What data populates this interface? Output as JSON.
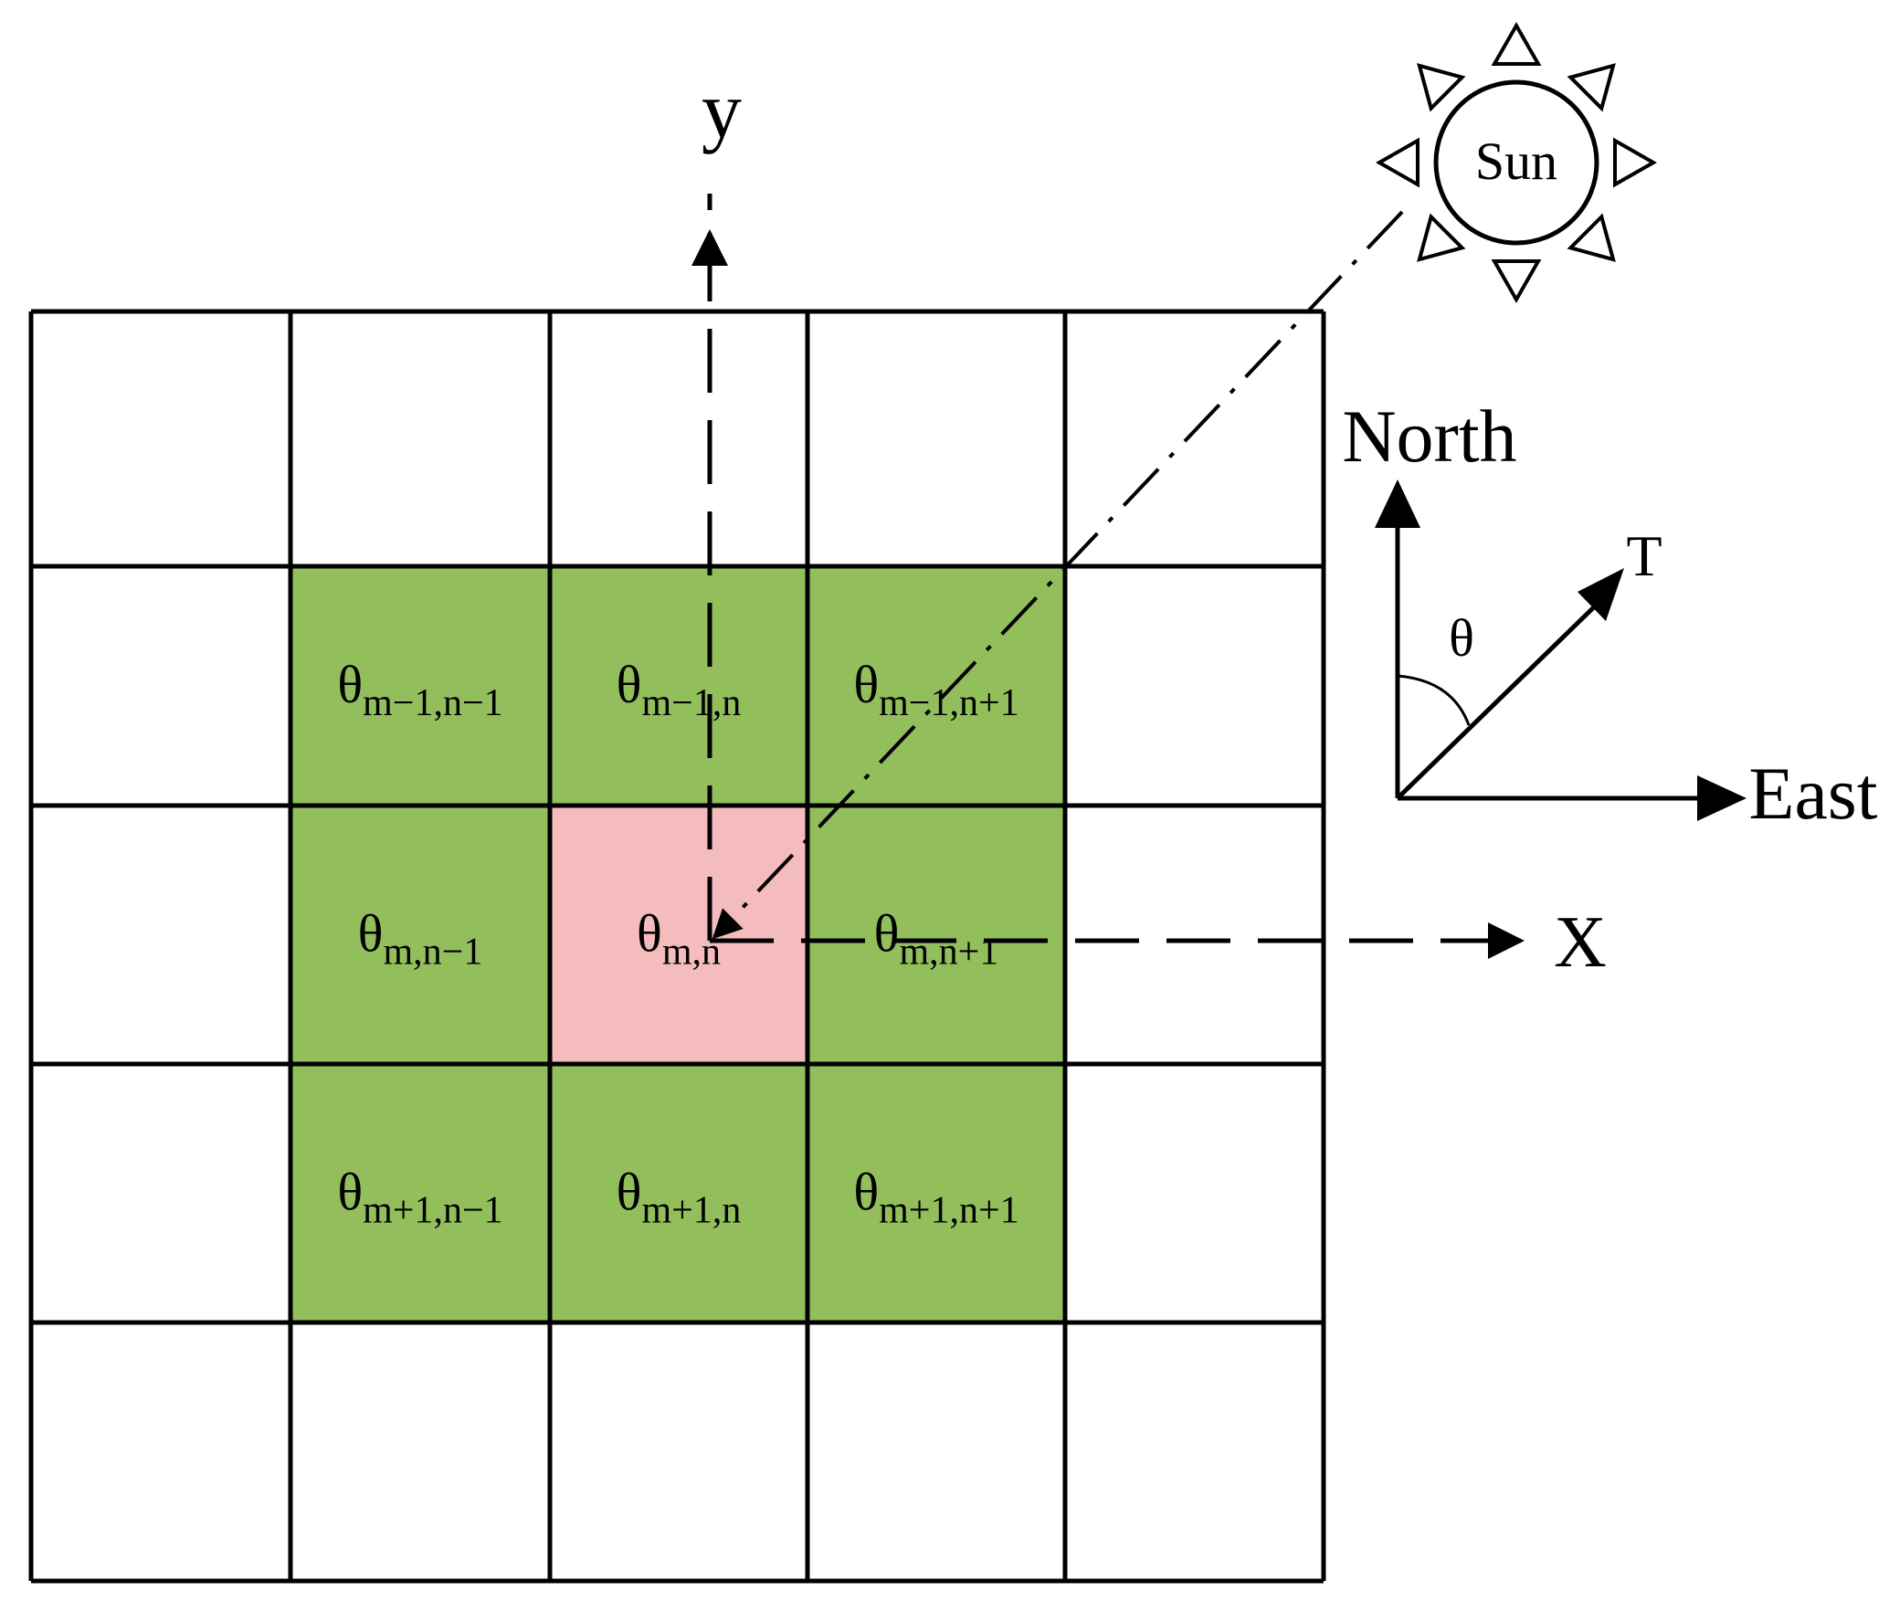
{
  "axes": {
    "y_label": "y",
    "x_label": "X"
  },
  "sun": {
    "label": "Sun"
  },
  "compass": {
    "north_label": "North",
    "east_label": "East",
    "vector_label": "T",
    "angle_label": "θ"
  },
  "colors": {
    "neighbor_cell": "#92bf5c",
    "center_cell": "#f4bcbc",
    "line": "#000000",
    "background": "#ffffff"
  },
  "cells": [
    {
      "id": "m-1,n-1",
      "symbol": "θ",
      "subscript": "m−1,n−1",
      "role": "neighbor"
    },
    {
      "id": "m-1,n",
      "symbol": "θ",
      "subscript": "m−1,n",
      "role": "neighbor"
    },
    {
      "id": "m-1,n+1",
      "symbol": "θ",
      "subscript": "m−1,n+1",
      "role": "neighbor"
    },
    {
      "id": "m,n-1",
      "symbol": "θ",
      "subscript": "m,n−1",
      "role": "neighbor"
    },
    {
      "id": "m,n",
      "symbol": "θ",
      "subscript": "m,n",
      "role": "center"
    },
    {
      "id": "m,n+1",
      "symbol": "θ",
      "subscript": "m,n+1",
      "role": "neighbor"
    },
    {
      "id": "m+1,n-1",
      "symbol": "θ",
      "subscript": "m+1,n−1",
      "role": "neighbor"
    },
    {
      "id": "m+1,n",
      "symbol": "θ",
      "subscript": "m+1,n",
      "role": "neighbor"
    },
    {
      "id": "m+1,n+1",
      "symbol": "θ",
      "subscript": "m+1,n+1",
      "role": "neighbor"
    }
  ]
}
